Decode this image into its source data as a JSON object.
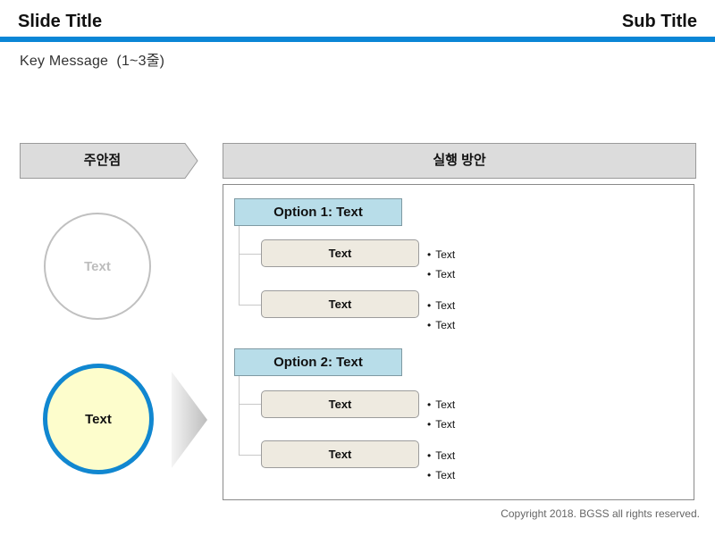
{
  "header": {
    "title": "Slide Title",
    "subtitle": "Sub Title",
    "key_message": "Key Message  (1~3줄)"
  },
  "left": {
    "chevron_label": "주안점",
    "circle_top": "Text",
    "circle_bottom": "Text"
  },
  "right": {
    "header": "실행 방안",
    "options": [
      {
        "label": "Option 1: Text",
        "items": [
          {
            "label": "Text",
            "bullets": [
              "Text",
              "Text"
            ]
          },
          {
            "label": "Text",
            "bullets": [
              "Text",
              "Text"
            ]
          }
        ]
      },
      {
        "label": "Option 2: Text",
        "items": [
          {
            "label": "Text",
            "bullets": [
              "Text",
              "Text"
            ]
          },
          {
            "label": "Text",
            "bullets": [
              "Text",
              "Text"
            ]
          }
        ]
      }
    ]
  },
  "footer": {
    "copyright": "Copyright 2018. BGSS all rights reserved."
  },
  "colors": {
    "accent": "#0a86d6",
    "option_fill": "#b8dde9",
    "item_fill": "#eeeae0",
    "highlight_circle": "#fdfdcc"
  }
}
